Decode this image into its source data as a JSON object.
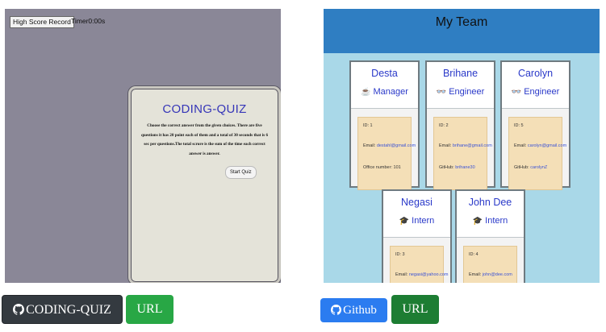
{
  "quiz_project": {
    "screenshot": {
      "high_score_label": "High Score Record",
      "timer_text": "Timer0:00s",
      "title": "CODING-QUIZ",
      "description": "Choose the correct answer from the given choices. There are five questions it has 20 point each of them and a total of 30 seconds that is 6 sec per questions.The total scrore is the sum of the time each correct answer is answer.",
      "start_label": "Start Quiz"
    },
    "repo_button_label": "CODING-QUIZ",
    "url_button_label": "URL"
  },
  "team_project": {
    "screenshot": {
      "header_title": "My Team",
      "employees": [
        {
          "name": "Desta",
          "role": "Manager",
          "icon": "coffee-icon",
          "id": "ID: 1",
          "email_label": "Email:",
          "email": "destahl@gmail.com",
          "extra_label": "Office number:",
          "extra": "101"
        },
        {
          "name": "Brihane",
          "role": "Engineer",
          "icon": "glasses-icon",
          "id": "ID: 2",
          "email_label": "Email:",
          "email": "brihane@gmail.com",
          "extra_label": "GitHub:",
          "extra": "brihane30"
        },
        {
          "name": "Carolyn",
          "role": "Engineer",
          "icon": "glasses-icon",
          "id": "ID: 5",
          "email_label": "Email:",
          "email": "carolyn@gmail.com",
          "extra_label": "GitHub:",
          "extra": "carolynZ"
        },
        {
          "name": "Negasi",
          "role": "Intern",
          "icon": "graduate-icon",
          "id": "ID: 3",
          "email_label": "Email:",
          "email": "negasi@yahoo.com"
        },
        {
          "name": "John Dee",
          "role": "Intern",
          "icon": "graduate-icon",
          "id": "ID: 4",
          "email_label": "Email:",
          "email": "john@dee.com"
        }
      ]
    },
    "repo_button_label": "Github",
    "url_button_label": "URL"
  },
  "colors": {
    "dark_button": "#343a40",
    "green_button": "#28a745",
    "blue_button": "#2b7cf0",
    "dark_green_button": "#1d7d33",
    "team_header": "#2f7ec2",
    "team_background": "#a9d8e8"
  }
}
